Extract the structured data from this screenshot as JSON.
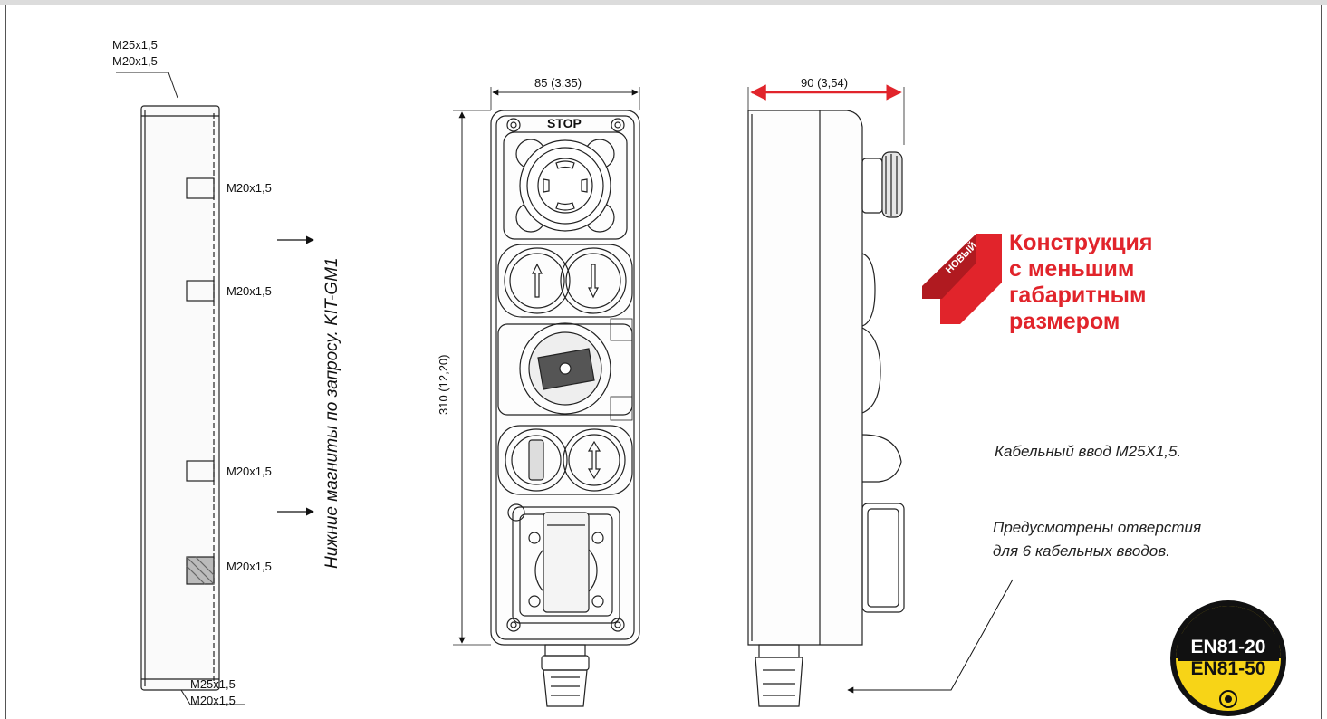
{
  "side_view": {
    "top_labels": [
      "M25x1,5",
      "M20x1,5"
    ],
    "entry_labels": [
      "M20x1,5",
      "M20x1,5",
      "M20x1,5",
      "M20x1,5"
    ],
    "bottom_labels": [
      "M25x1,5",
      "M20x1,5"
    ],
    "magnet_note": "Нижние магниты по запросу. KIT-GM1"
  },
  "front_view": {
    "width_dim": "85 (3,35)",
    "height_dim": "310 (12,20)",
    "stop_label": "STOP"
  },
  "profile_view": {
    "width_dim": "90 (3,54)"
  },
  "promo": {
    "tag": "НОВЫЙ",
    "lines": [
      "Конструкция",
      "с меньшим",
      "габаритным",
      "размером"
    ],
    "color": "#e1242b"
  },
  "notes": {
    "cable_entry": "Кабельный ввод M25X1,5.",
    "holes_line1": "Предусмотрены отверстия",
    "holes_line2": "для 6 кабельных вводов."
  },
  "badge": {
    "top": "EN81-20",
    "bottom": "EN81-50",
    "colors": {
      "ring": "#111111",
      "top_fill": "#111111",
      "bottom_fill": "#f7d417"
    }
  }
}
